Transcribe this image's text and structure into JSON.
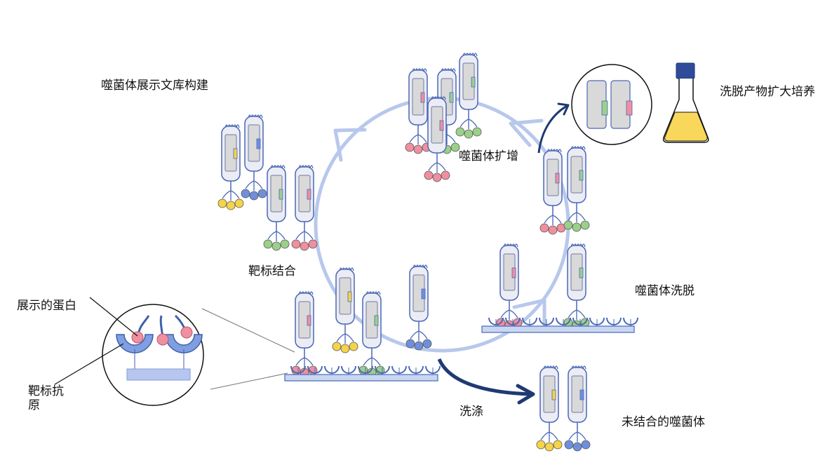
{
  "labels": {
    "library": "噬菌体展示文库构建",
    "amplify": "噬菌体扩增",
    "culture": "洗脱产物扩大培养",
    "binding": "靶标结合",
    "wash_phage": "噬菌体洗脱",
    "displayed_protein": "展示的蛋白",
    "target_antigen": "靶标抗原",
    "wash": "洗涤",
    "unbound": "未结合的噬菌体"
  },
  "colors": {
    "cycle_arrow": "#b8c8ec",
    "dark_arrow": "#1f3a73",
    "phage_outline": "#4a68b8",
    "capsid_fill": "#ececf4",
    "core_fill": "#d9d9d9",
    "yellow": "#f5d34a",
    "blue": "#6f8fdc",
    "green": "#9bd08a",
    "pink": "#ef8fa0",
    "plate": "#c9d6f0",
    "flask_liquid": "#f9d75a",
    "flask_cap": "#2f4c9a"
  },
  "icons": [
    "phage-icon",
    "flask-icon",
    "plate-icon",
    "cycle-arrow-icon",
    "zoom-lens-icon"
  ]
}
